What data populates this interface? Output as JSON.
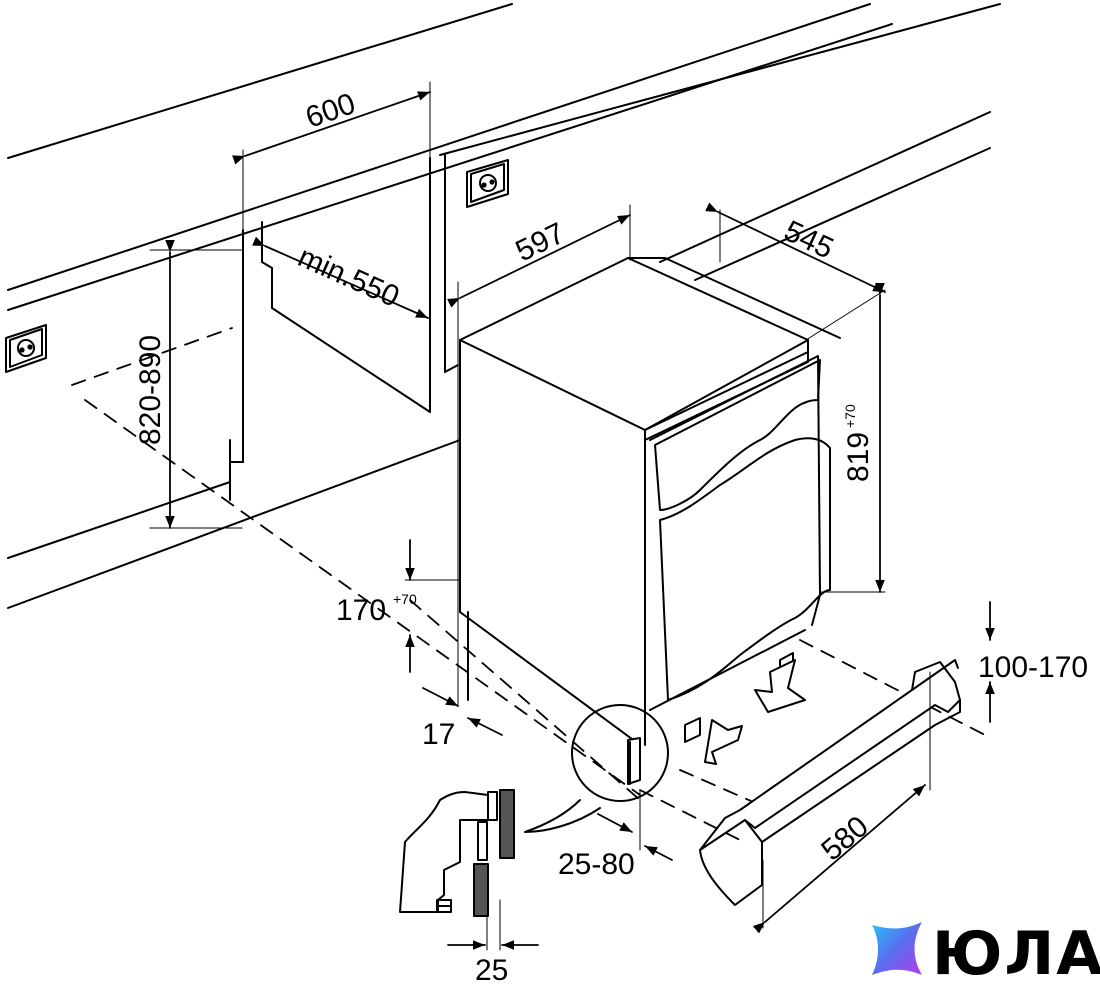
{
  "dimensions": {
    "niche_width": "600",
    "niche_depth": "min.550",
    "niche_height": "820-890",
    "unit_width": "597",
    "unit_depth": "545",
    "unit_height": "819",
    "unit_height_tolerance": "+70",
    "vent_height": "170",
    "vent_height_tolerance": "+70",
    "offset": "17",
    "door_offset": "25-80",
    "plinth_height": "100-170",
    "plinth_width": "580",
    "detail_gap": "25"
  },
  "logo": {
    "text": "ЮЛА",
    "gradient": [
      "#22c4f5",
      "#5b6cf0",
      "#b23be8"
    ],
    "text_color": "#2b2b36"
  }
}
